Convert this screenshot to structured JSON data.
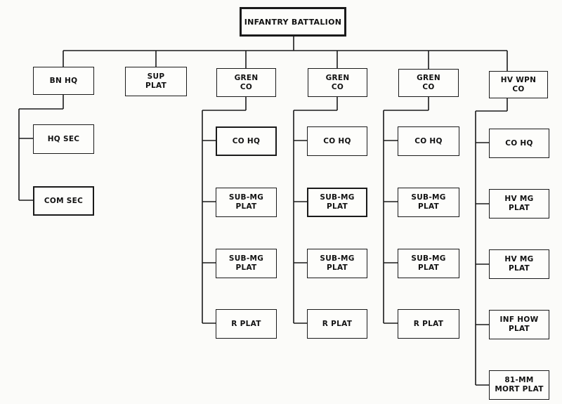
{
  "diagram": {
    "root": "INFANTRY BATTALION",
    "units": [
      {
        "label": "BN HQ",
        "subunits": [
          "HQ SEC",
          "COM SEC"
        ]
      },
      {
        "label": "SUP\nPLAT",
        "subunits": []
      },
      {
        "label": "GREN\nCO",
        "subunits": [
          "CO HQ",
          "SUB-MG\nPLAT",
          "SUB-MG\nPLAT",
          "R PLAT"
        ]
      },
      {
        "label": "GREN\nCO",
        "subunits": [
          "CO HQ",
          "SUB-MG\nPLAT",
          "SUB-MG\nPLAT",
          "R PLAT"
        ]
      },
      {
        "label": "GREN\nCO",
        "subunits": [
          "CO HQ",
          "SUB-MG\nPLAT",
          "SUB-MG\nPLAT",
          "R PLAT"
        ]
      },
      {
        "label": "HV WPN\nCO",
        "subunits": [
          "CO HQ",
          "HV MG\nPLAT",
          "HV MG\nPLAT",
          "INF HOW\nPLAT",
          "81-MM\nMORT PLAT"
        ]
      }
    ]
  }
}
